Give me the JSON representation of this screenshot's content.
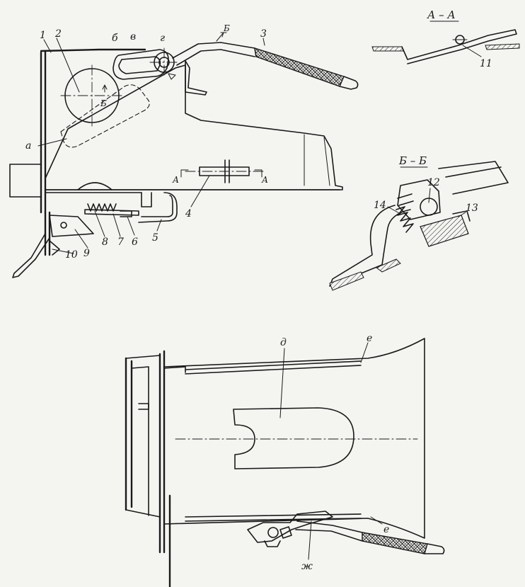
{
  "labels": {
    "n1": "1",
    "n2": "2",
    "n3": "3",
    "n4": "4",
    "n5": "5",
    "n6": "6",
    "n7": "7",
    "n8": "8",
    "n9": "9",
    "n10": "10",
    "n11": "11",
    "n12": "12",
    "n13": "13",
    "n14": "14",
    "a": "а",
    "b": "б",
    "v": "в",
    "g": "г",
    "d": "д",
    "e1": "е",
    "e2": "е",
    "zh": "ж",
    "cut_b1": "Б",
    "cut_b2": "Б",
    "cut_a1": "А",
    "cut_a2": "А"
  },
  "sections": {
    "aa": "А – А",
    "bb": "Б – Б"
  }
}
